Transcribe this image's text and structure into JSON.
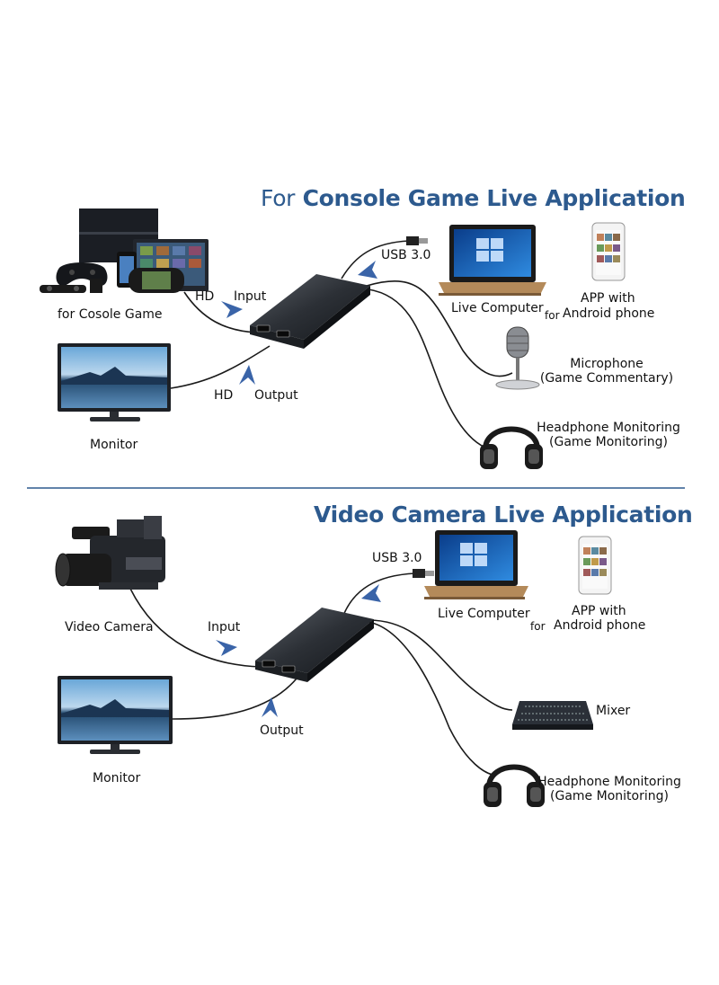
{
  "section1": {
    "title_prefix": "For",
    "title": "Console Game Live Application",
    "labels": {
      "console": "for Cosole Game",
      "hd_in": "HD",
      "input": "Input",
      "hd_out": "HD",
      "output": "Output",
      "monitor": "Monitor",
      "usb": "USB 3.0",
      "computer": "Live Computer",
      "app_line1": "APP with",
      "app_for": "for",
      "app_line2": "Android phone",
      "mic_line1": "Microphone",
      "mic_line2": "(Game Commentary)",
      "head_line1": "Headphone Monitoring",
      "head_line2": "(Game Monitoring)"
    }
  },
  "section2": {
    "title": "Video Camera Live Application",
    "labels": {
      "camera": "Video Camera",
      "input": "Input",
      "output": "Output",
      "monitor": "Monitor",
      "usb": "USB 3.0",
      "computer": "Live Computer",
      "app_line1": "APP with",
      "app_for": "for",
      "app_line2": "Android phone",
      "mixer": "Mixer",
      "head_line1": "Headphone Monitoring",
      "head_line2": "(Game Monitoring)"
    }
  },
  "colors": {
    "title": "#2d5a8e",
    "divider": "#2d5a8e",
    "arrow": "#3a64a8"
  }
}
